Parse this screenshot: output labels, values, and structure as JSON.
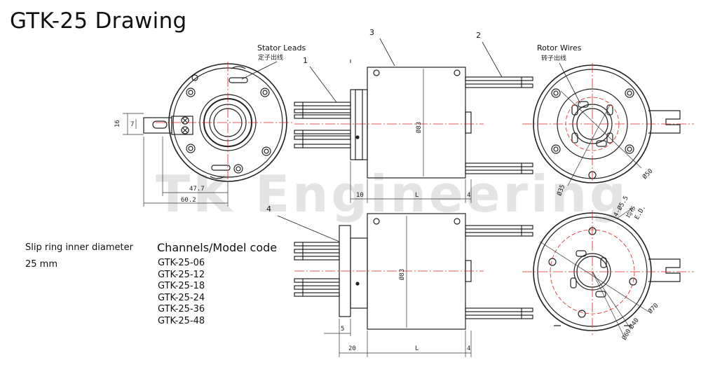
{
  "title": "GTK-25 Drawing",
  "watermark": "TK Engineering",
  "inner_diameter": {
    "label": "Slip ring inner diameter",
    "value": "25 mm"
  },
  "model_codes": {
    "heading": "Channels/Model code",
    "items": [
      "GTK-25-06",
      "GTK-25-12",
      "GTK-25-18",
      "GTK-25-24",
      "GTK-25-36",
      "GTK-25-48"
    ]
  },
  "callouts": {
    "stator_leads": "Stator Leads",
    "stator_leads_cn": "定子出线",
    "rotor_wires": "Rotor Wires",
    "rotor_wires_cn": "转子出线",
    "n1": "1",
    "n2": "2",
    "n3": "3",
    "n4": "4"
  },
  "dimensions": {
    "d16": "16",
    "d7": "7",
    "d47_7": "47.7",
    "d60_2": "60.2",
    "d83_top": "Ø83",
    "d10": "10",
    "l_top": "L",
    "d4_top": "4",
    "d50": "Ø50",
    "d35": "Ø35",
    "holes": "4-Ø5.5",
    "holes_cn": "均布",
    "ed": "E.D.",
    "d83_bottom": "Ø83",
    "d5": "5",
    "d20": "20",
    "l_bottom": "L",
    "d4_bottom": "4",
    "d70": "Ø70",
    "d40": "Ø40",
    "d60": "Ø60"
  }
}
